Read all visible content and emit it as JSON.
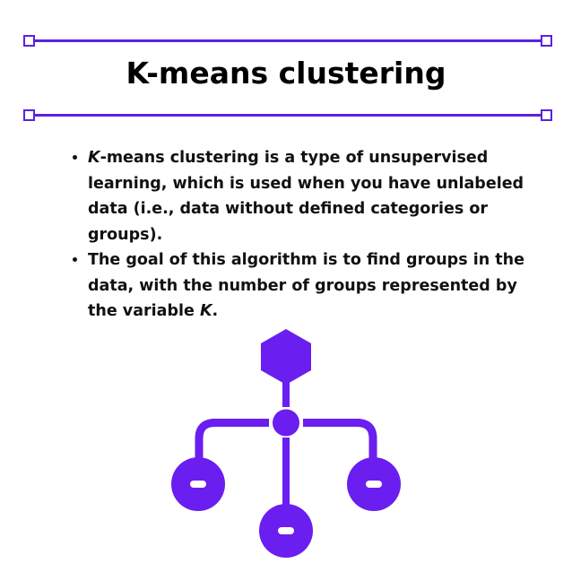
{
  "title": "K-means clustering",
  "bullets": [
    {
      "em": "K",
      "text": "-means clustering is a type of unsupervised learning, which is used when you have unlabeled data (i.e., data without defined categories or groups)."
    },
    {
      "text": "The goal of this algorithm is to find groups in the data, with the number of groups represented by the variable ",
      "em": "K",
      "tail": "."
    }
  ],
  "colors": {
    "accent": "#5b22dd",
    "diagram": "#6a1ef0"
  },
  "icons": [
    "hexagon-node-icon",
    "hub-node-icon",
    "cluster-node-icon"
  ]
}
